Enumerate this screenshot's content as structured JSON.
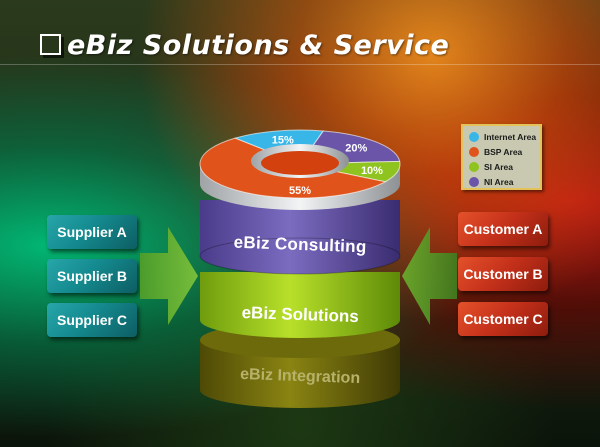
{
  "title": "eBiz Solutions & Service",
  "suppliers": [
    "Supplier A",
    "Supplier B",
    "Supplier C"
  ],
  "customers": [
    "Customer A",
    "Customer B",
    "Customer C"
  ],
  "layers": [
    "eBiz Consulting",
    "eBiz Solutions",
    "eBiz Integration"
  ],
  "legend": [
    {
      "label": "Internet Area",
      "color": "#38b6e8"
    },
    {
      "label": "BSP Area",
      "color": "#e0541c"
    },
    {
      "label": "SI Area",
      "color": "#8fc31f"
    },
    {
      "label": "NI Area",
      "color": "#6a55a8"
    }
  ],
  "chart_data": {
    "type": "pie",
    "slices": [
      {
        "label": "Internet Area",
        "value": 15,
        "text": "15%",
        "color": "#38b6e8"
      },
      {
        "label": "NI Area",
        "value": 20,
        "text": "20%",
        "color": "#6a55a8"
      },
      {
        "label": "SI Area",
        "value": 10,
        "text": "10%",
        "color": "#8fc31f"
      },
      {
        "label": "BSP Area",
        "value": 55,
        "text": "55%",
        "color": "#e0541c"
      }
    ]
  }
}
